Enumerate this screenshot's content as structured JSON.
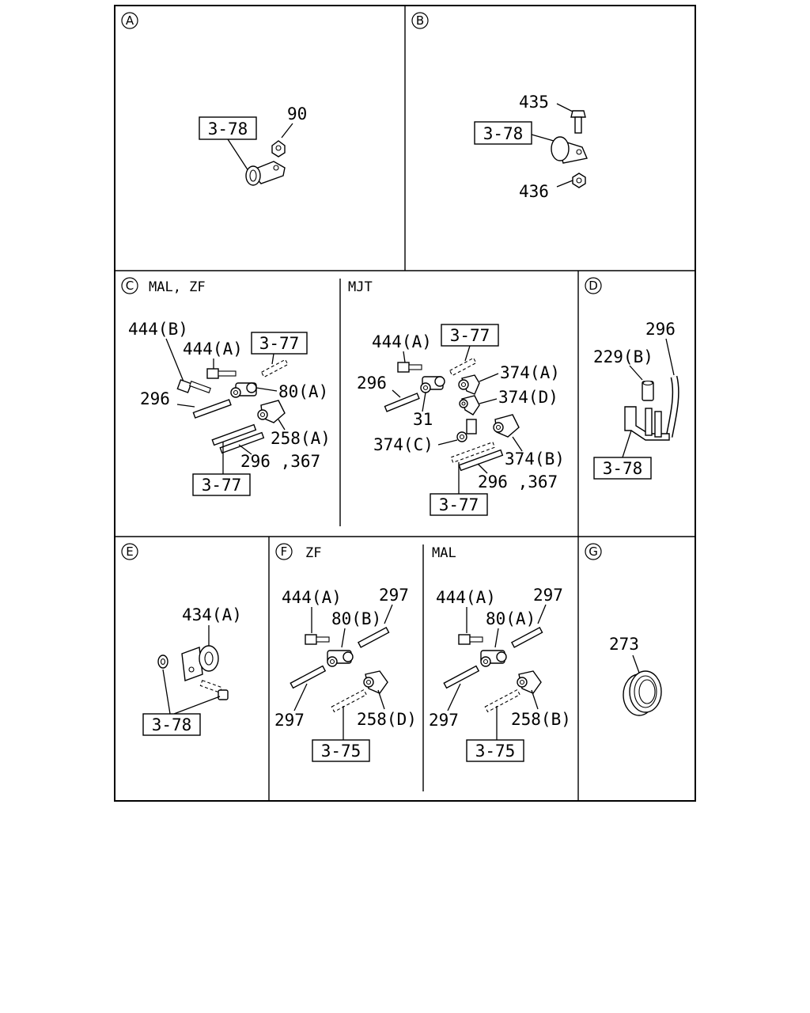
{
  "panels": {
    "a": {
      "id": "A",
      "refs": [
        "3-78"
      ],
      "parts": [
        "90"
      ]
    },
    "b": {
      "id": "B",
      "refs": [
        "3-78"
      ],
      "parts": [
        "435",
        "436"
      ]
    },
    "c": {
      "id": "C",
      "title": "MAL, ZF",
      "parts": [
        "444(B)",
        "444(A)",
        "80(A)",
        "296",
        "258(A)",
        "296 ,367"
      ],
      "refs": [
        "3-77",
        "3-77"
      ]
    },
    "c2": {
      "title": "MJT",
      "parts": [
        "444(A)",
        "374(A)",
        "296",
        "374(D)",
        "31",
        "374(C)",
        "374(B)",
        "296 ,367"
      ],
      "refs": [
        "3-77",
        "3-77"
      ]
    },
    "d": {
      "id": "D",
      "parts": [
        "296",
        "229(B)"
      ],
      "refs": [
        "3-78"
      ]
    },
    "e": {
      "id": "E",
      "parts": [
        "434(A)"
      ],
      "refs": [
        "3-78"
      ]
    },
    "f": {
      "id": "F",
      "title": "ZF",
      "parts": [
        "444(A)",
        "297",
        "80(B)",
        "297",
        "258(D)"
      ],
      "refs": [
        "3-75"
      ]
    },
    "f2": {
      "title": "MAL",
      "parts": [
        "444(A)",
        "297",
        "80(A)",
        "297",
        "258(B)"
      ],
      "refs": [
        "3-75"
      ]
    },
    "g": {
      "id": "G",
      "parts": [
        "273"
      ]
    }
  }
}
